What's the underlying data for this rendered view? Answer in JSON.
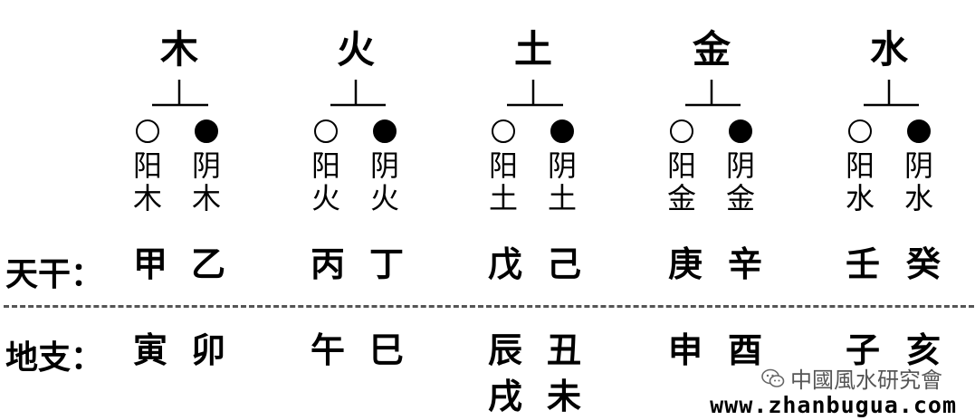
{
  "elements": [
    {
      "name": "木",
      "yang": {
        "line1": "阳",
        "line2": "木"
      },
      "yin": {
        "line1": "阴",
        "line2": "木"
      },
      "stems": [
        "甲",
        "乙"
      ],
      "branches": [
        "寅",
        "卯"
      ],
      "extra_branches": []
    },
    {
      "name": "火",
      "yang": {
        "line1": "阳",
        "line2": "火"
      },
      "yin": {
        "line1": "阴",
        "line2": "火"
      },
      "stems": [
        "丙",
        "丁"
      ],
      "branches": [
        "午",
        "巳"
      ],
      "extra_branches": []
    },
    {
      "name": "土",
      "yang": {
        "line1": "阳",
        "line2": "土"
      },
      "yin": {
        "line1": "阴",
        "line2": "土"
      },
      "stems": [
        "戊",
        "己"
      ],
      "branches": [
        "辰",
        "丑"
      ],
      "extra_branches": [
        "戌",
        "未"
      ]
    },
    {
      "name": "金",
      "yang": {
        "line1": "阳",
        "line2": "金"
      },
      "yin": {
        "line1": "阴",
        "line2": "金"
      },
      "stems": [
        "庚",
        "辛"
      ],
      "branches": [
        "申",
        "酉"
      ],
      "extra_branches": []
    },
    {
      "name": "水",
      "yang": {
        "line1": "阳",
        "line2": "水"
      },
      "yin": {
        "line1": "阴",
        "line2": "水"
      },
      "stems": [
        "壬",
        "癸"
      ],
      "branches": [
        "子",
        "亥"
      ],
      "extra_branches": []
    }
  ],
  "labels": {
    "heavenly_stems": "天干：",
    "earthly_branches": "地支："
  },
  "watermark": {
    "icon": "wechat-icon",
    "text": "中國風水研究會",
    "url": "www.zhanbugua.com"
  }
}
